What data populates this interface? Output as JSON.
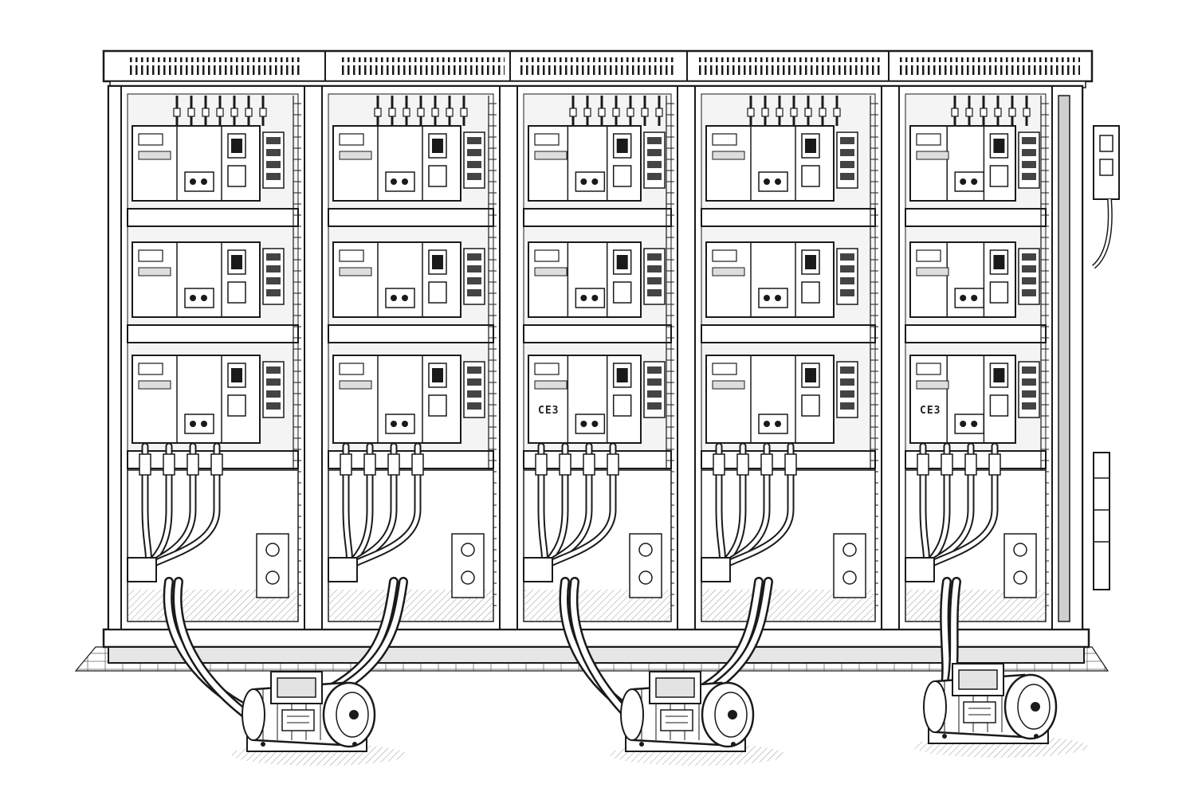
{
  "image": {
    "subject": "electrical-switchgear-panels-with-motors",
    "style": "black-and-white line art",
    "colors": {
      "ink": "#1a1a1a",
      "paper": "#ffffff",
      "shade": "#d9d9d9",
      "hatch": "#8a8a8a"
    }
  },
  "panels": [
    {
      "id": "panel-1",
      "badge": ""
    },
    {
      "id": "panel-2",
      "badge": ""
    },
    {
      "id": "panel-3",
      "badge": "CE3"
    },
    {
      "id": "panel-4",
      "badge": ""
    },
    {
      "id": "panel-5",
      "badge": "CE3"
    }
  ],
  "motors": [
    {
      "id": "motor-1"
    },
    {
      "id": "motor-2"
    },
    {
      "id": "motor-3"
    }
  ]
}
